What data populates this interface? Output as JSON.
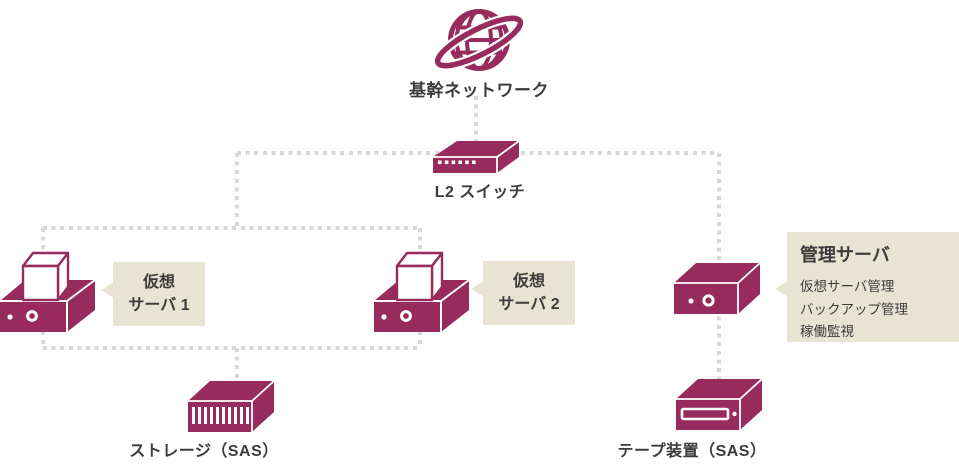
{
  "colors": {
    "accent": "#982B5E",
    "line": "#D8D8D8",
    "bubble_bg": "#E8E4D3",
    "text": "#3C3C3C"
  },
  "icons": {
    "network": "globe-icon",
    "l2_switch": "switch-box-icon",
    "virtual_server": "server-with-vm-cube-icon",
    "management_server": "rack-server-icon",
    "storage": "disk-array-icon",
    "tape": "tape-drive-icon"
  },
  "diagram": {
    "network": {
      "label": "基幹ネットワーク"
    },
    "l2_switch": {
      "label": "L2 スイッチ"
    },
    "virtual_server_1": {
      "line1": "仮想",
      "line2": "サーバ 1"
    },
    "virtual_server_2": {
      "line1": "仮想",
      "line2": "サーバ 2"
    },
    "management_server": {
      "title": "管理サーバ",
      "items": [
        "仮想サーバ管理",
        "バックアップ管理",
        "稼働監視"
      ]
    },
    "storage": {
      "label": "ストレージ（SAS）"
    },
    "tape": {
      "label": "テープ装置（SAS）"
    }
  }
}
